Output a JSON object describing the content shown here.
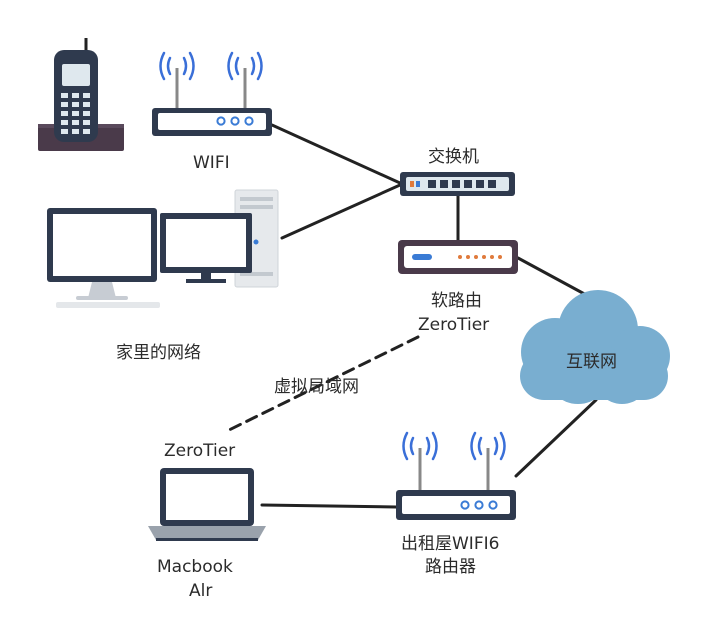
{
  "labels": {
    "wifi": "WIFI",
    "switch": "交换机",
    "soft_router_line1": "软路由",
    "soft_router_line2": "ZeroTier",
    "home_network": "家里的网络",
    "virtual_lan": "虚拟局域网",
    "internet": "互联网",
    "laptop_zerotier": "ZeroTier",
    "laptop_line1": "Macbook",
    "laptop_line2": "Alr",
    "rental_router_line1": "出租屋WIFI6",
    "rental_router_line2": "路由器"
  },
  "colors": {
    "device_dark": "#2f3a4e",
    "device_body": "#ffffff",
    "led_blue": "#3a7bd5",
    "led_orange": "#e07a3c",
    "cloud": "#79aed0",
    "link": "#222222",
    "wave": "#3a6fd8"
  },
  "icons": [
    "cordless-phone-icon",
    "wifi-router-icon",
    "network-switch-icon",
    "soft-router-icon",
    "imac-desktop-icon",
    "pc-tower-icon",
    "cloud-icon",
    "laptop-icon",
    "wifi6-router-icon"
  ]
}
